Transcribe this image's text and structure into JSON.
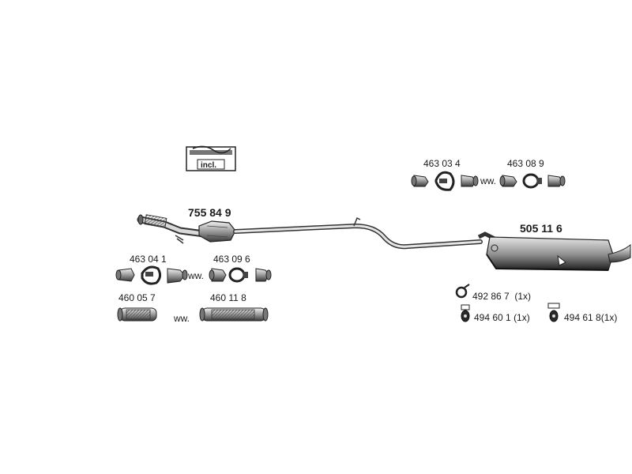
{
  "parts": {
    "catalytic_converter": "755 84 9",
    "rear_silencer": "505 11 6",
    "clamp_set_a": "463 04 1",
    "clamp_set_b": "463 09 6",
    "clamp_set_c": "463 03 4",
    "clamp_set_d": "463 08 9",
    "flex_pipe_a": "460 05 7",
    "flex_pipe_b": "460 11 8",
    "hanger_a": "492 86 7",
    "hanger_b": "494 60 1",
    "hanger_c": "494 61 8"
  },
  "qty": {
    "hanger_a": "(1x)",
    "hanger_b": "(1x)",
    "hanger_c": "(1x)"
  },
  "text": {
    "incl": "incl.",
    "alt": "ww."
  }
}
